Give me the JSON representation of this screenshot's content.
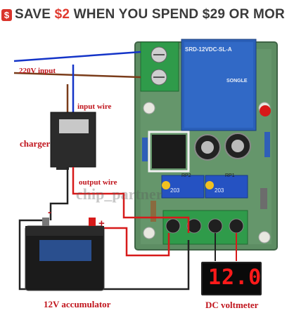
{
  "banner": {
    "icon": "dollar-tag-icon",
    "icon_glyph": "$",
    "prefix": "SAVE ",
    "amount": "$2",
    "suffix": " WHEN YOU SPEND $29 OR MOR",
    "accent_color": "#e03a2f"
  },
  "diagram": {
    "input_220v": "220V input",
    "input_wire": "input wire",
    "charger": "charger",
    "output_wire": "output wire",
    "accumulator": "12V accumulator",
    "dc_voltmeter": "DC voltmeter",
    "minus": "-",
    "plus": "+",
    "watermark": "chip_partner",
    "voltmeter_reading": "12.0",
    "relay_main": "SRD-12VDC-SL-A",
    "relay_brand": "SONGLE",
    "pot_code_1": "203",
    "pot_code_2": "203",
    "rp1": "RP1",
    "rp2": "RP2"
  }
}
